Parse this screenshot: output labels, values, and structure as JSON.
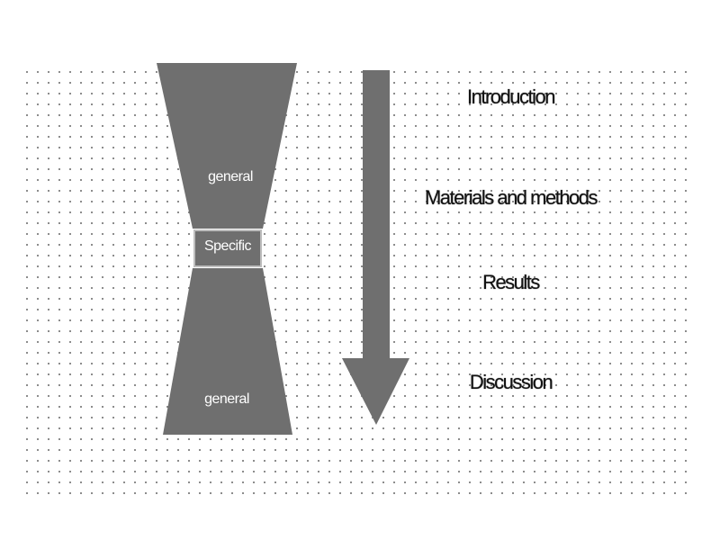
{
  "shape_labels": {
    "top": "general",
    "middle": "Specific",
    "bottom": "general"
  },
  "sections": {
    "introduction": "Introduction",
    "materials_and_methods": "Materials and methods",
    "results": "Results",
    "discussion": "Discussion"
  },
  "colors": {
    "shape_fill": "#6f6f6f",
    "arrow_fill": "#6f6f6f",
    "text": "#111111"
  }
}
